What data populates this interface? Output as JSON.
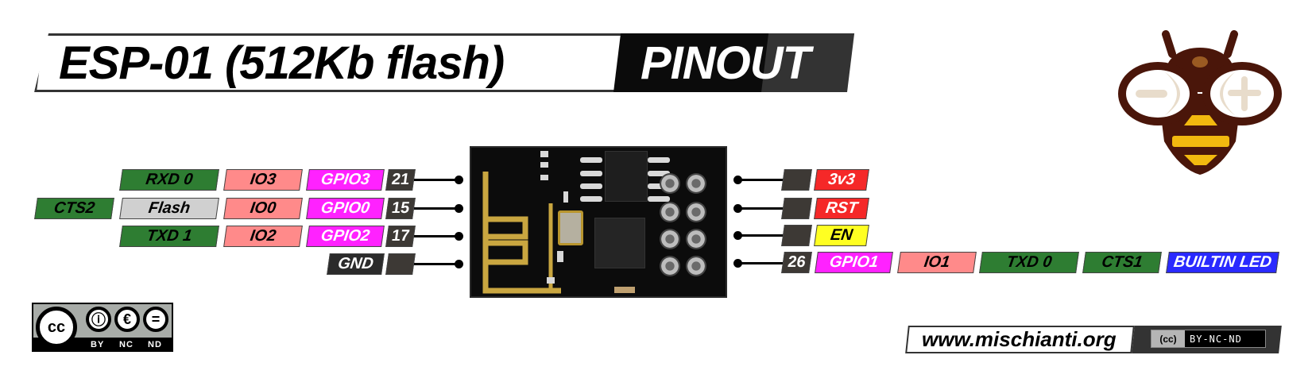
{
  "header": {
    "title": "ESP-01 (512Kb flash)",
    "pinout_label": "PINOUT"
  },
  "left_pins": [
    {
      "pin_number": "21",
      "gpio": "GPIO3",
      "io": "IO3",
      "function": "RXD 0",
      "extra": null
    },
    {
      "pin_number": "15",
      "gpio": "GPIO0",
      "io": "IO0",
      "function": "Flash",
      "extra": "CTS2"
    },
    {
      "pin_number": "17",
      "gpio": "GPIO2",
      "io": "IO2",
      "function": "TXD 1",
      "extra": null
    },
    {
      "pin_number": "",
      "label": "GND"
    }
  ],
  "right_pins": [
    {
      "pin_number": "",
      "label": "3v3"
    },
    {
      "pin_number": "",
      "label": "RST"
    },
    {
      "pin_number": "",
      "label": "EN"
    },
    {
      "pin_number": "26",
      "gpio": "GPIO1",
      "io": "IO1",
      "function": "TXD 0",
      "extra": "CTS1",
      "note": "BUILTIN LED"
    }
  ],
  "colors": {
    "uart": "#2e7d32",
    "io": "#ff8a8a",
    "gpio": "#ff22ff",
    "pin_number": "#3d3935",
    "flash": "#d0d0d0",
    "ground": "#2b2b2b",
    "power": "#f52828",
    "enable": "#ffff22",
    "led": "#2a2aff"
  },
  "license_badge": {
    "icons": [
      "cc-icon",
      "by-icon",
      "nc-icon",
      "nd-icon"
    ],
    "cc": "cc",
    "by": "BY",
    "nc": "NC",
    "nd": "ND"
  },
  "footer": {
    "url": "www.mischianti.org",
    "cc_short": "(cc)",
    "license": "BY-NC-ND"
  },
  "logo": {
    "icon": "bee-logo-icon"
  }
}
